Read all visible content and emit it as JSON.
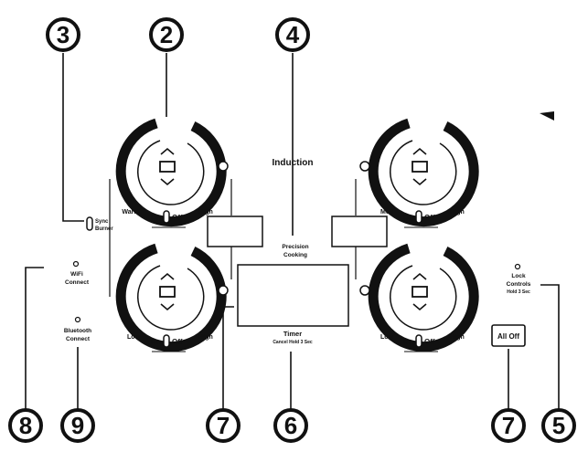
{
  "callouts": [
    {
      "id": "c2",
      "number": "2"
    },
    {
      "id": "c3",
      "number": "3"
    },
    {
      "id": "c4",
      "number": "4"
    },
    {
      "id": "c5",
      "number": "5"
    },
    {
      "id": "c6",
      "number": "6"
    },
    {
      "id": "c7a",
      "number": "7"
    },
    {
      "id": "c7b",
      "number": "7"
    },
    {
      "id": "c8",
      "number": "8"
    },
    {
      "id": "c9",
      "number": "9"
    }
  ],
  "panel_title": "Induction",
  "burners": {
    "top_left": {
      "left_label": "Warm",
      "right_label": "High",
      "on": "On",
      "off": "Off"
    },
    "bottom_left": {
      "left_label": "Low",
      "right_label": "High",
      "on": "On",
      "off": "Off"
    },
    "top_right": {
      "left_label": "Melt",
      "right_label": "High",
      "on": "On",
      "off": "Off"
    },
    "bottom_right": {
      "left_label": "Low",
      "right_label": "High",
      "on": "On",
      "off": "Off"
    }
  },
  "sync": {
    "line1": "Sync",
    "line2": "Burner"
  },
  "wifi": {
    "line1": "WiFi",
    "line2": "Connect"
  },
  "bluetooth": {
    "line1": "Bluetooth",
    "line2": "Connect"
  },
  "precision": {
    "line1": "Precision",
    "line2": "Cooking"
  },
  "timer": {
    "label": "Timer",
    "sub": "Cancel Hold 3 Sec"
  },
  "lock": {
    "line1": "Lock",
    "line2": "Controls",
    "sub": "Hold 3 Sec"
  },
  "all_off": {
    "label": "All Off"
  }
}
